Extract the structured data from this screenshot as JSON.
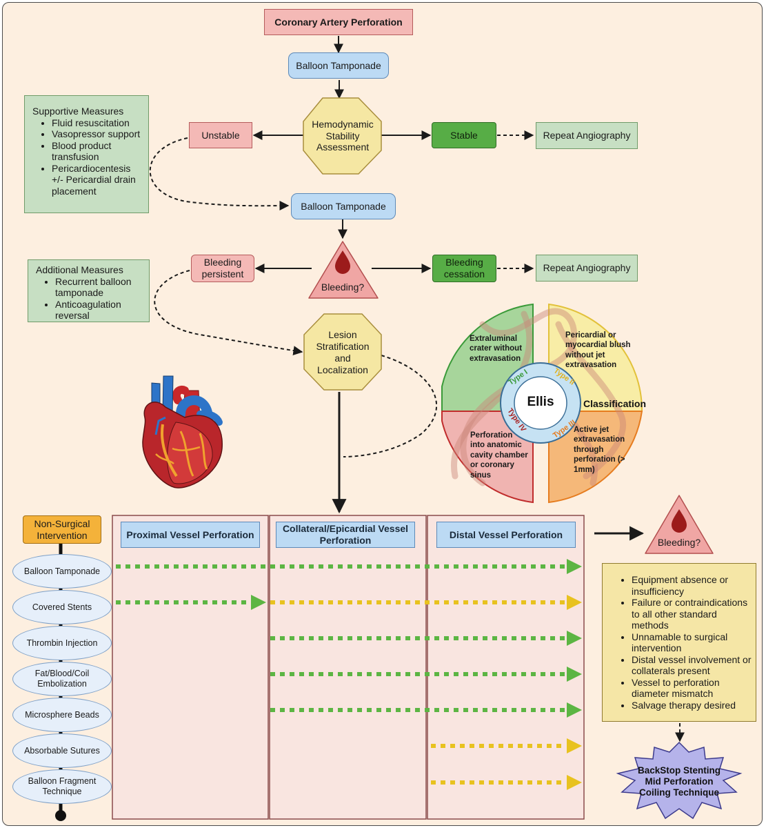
{
  "title": "Coronary Artery Perforation",
  "balloon_tamponade_1": "Balloon Tamponade",
  "hemodynamic": "Hemodynamic Stability Assessment",
  "unstable": "Unstable",
  "stable": "Stable",
  "repeat_angiography_1": "Repeat Angiography",
  "supportive": {
    "title": "Supportive Measures",
    "items": [
      "Fluid resuscitation",
      "Vasopressor support",
      "Blood product transfusion",
      "Pericardiocentesis +/- Pericardial drain placement"
    ]
  },
  "balloon_tamponade_2": "Balloon Tamponade",
  "bleeding_persistent": "Bleeding persistent",
  "bleeding_q_1": "Bleeding?",
  "bleeding_cessation": "Bleeding cessation",
  "repeat_angiography_2": "Repeat Angiography",
  "additional": {
    "title": "Additional Measures",
    "items": [
      "Recurrent balloon tamponade",
      "Anticoagulation reversal"
    ]
  },
  "lesion": "Lesion Stratification and Localization",
  "ellis": {
    "center": "Ellis",
    "classification": "Classification",
    "types": [
      "Type I",
      "Type II",
      "Type III",
      "Type IV"
    ],
    "type1": "Extraluminal crater without extravasation",
    "type2": "Pericardial or myocardial blush without jet extravasation",
    "type3": "Active jet extravasation through perforation (> 1mm)",
    "type4": "Perforation into anatomic cavity chamber or coronary sinus"
  },
  "non_surgical": "Non-Surgical Intervention",
  "techniques": [
    "Balloon Tamponade",
    "Covered Stents",
    "Thrombin Injection",
    "Fat/Blood/Coil Embolization",
    "Microsphere Beads",
    "Absorbable Sutures",
    "Balloon Fragment Technique"
  ],
  "columns": [
    "Proximal Vessel Perforation",
    "Collateral/Epicardial Vessel Perforation",
    "Distal Vessel Perforation"
  ],
  "bleeding_q_2": "Bleeding?",
  "criteria": [
    "Equipment absence or insufficiency",
    "Failure or contraindications to all other standard methods",
    "Unnamable to surgical intervention",
    "Distal vessel involvement or collaterals present",
    "Vessel to perforation diameter mismatch",
    "Salvage therapy desired"
  ],
  "backstop": "BackStop Stenting Mid Perforation Coiling Technique",
  "colors": {
    "green_arrow": "#5cb543",
    "yellow_arrow": "#e8c21f",
    "red_box": "#f4b9b6",
    "blue_box": "#bcdaf4"
  }
}
